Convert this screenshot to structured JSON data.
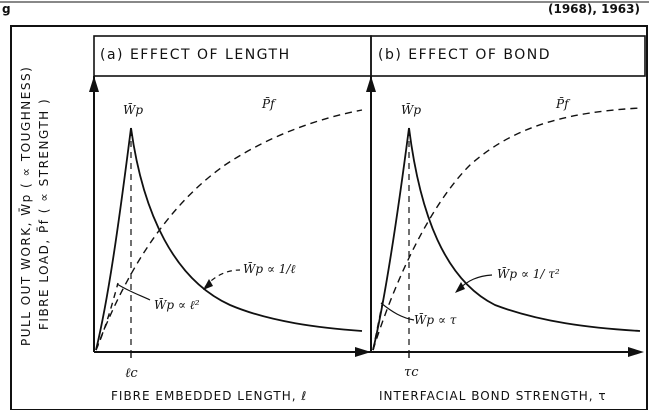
{
  "caption_fragment": "g",
  "caption_right": "(1968), 1963)",
  "panel_a": {
    "title": "(a)  EFFECT OF LENGTH",
    "peak_label": "W̄p",
    "pf_label": "P̄f",
    "eq_right": "W̄p ∝ 1/ℓ",
    "eq_left": "W̄p ∝ ℓ²",
    "x_tick": "ℓc",
    "x_axis_label": "FIBRE EMBEDDED LENGTH, ℓ"
  },
  "panel_b": {
    "title": "(b)  EFFECT OF BOND",
    "peak_label": "W̄p",
    "pf_label": "P̄f",
    "eq_right": "W̄p ∝ 1/ τ²",
    "eq_left": "W̄p ∝ τ",
    "x_tick": "τc",
    "x_axis_label": "INTERFACIAL BOND STRENGTH, τ"
  },
  "y_axis": {
    "line1": "PULL OUT WORK, W̄p ( ∝ TOUGHNESS)",
    "line2": "FIBRE LOAD, P̄f ( ∝ STRENGTH )"
  },
  "colors": {
    "ink": "#111111",
    "background": "#ffffff"
  }
}
